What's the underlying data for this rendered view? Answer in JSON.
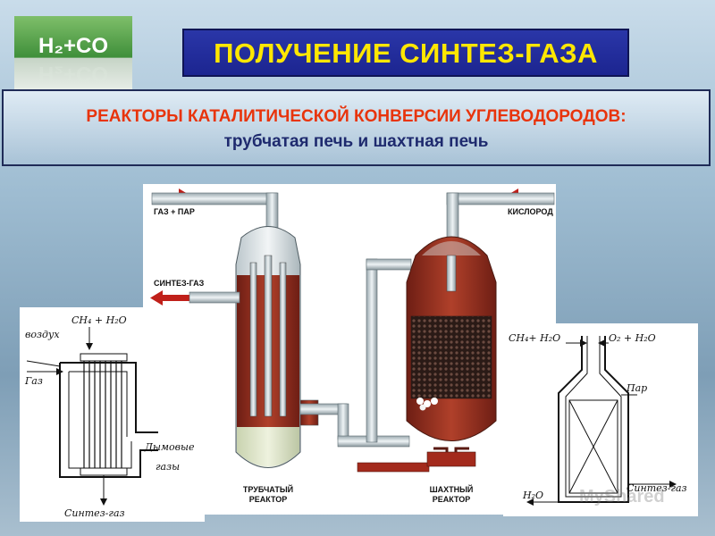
{
  "logo": {
    "text": "H₂+CO"
  },
  "title": "ПОЛУЧЕНИЕ СИНТЕЗ-ГАЗА",
  "subtitle": {
    "line1": "РЕАКТОРЫ КАТАЛИТИЧЕСКОЙ КОНВЕРСИИ УГЛЕВОДОРОДОВ:",
    "line2": "трубчатая печь и шахтная печь"
  },
  "main_diagram": {
    "gas_steam": "ГАЗ + ПАР",
    "syngas": "СИНТЕЗ-ГАЗ",
    "oxygen": "КИСЛОРОД",
    "tubular_l1": "ТРУБЧАТЫЙ",
    "tubular_l2": "РЕАКТОР",
    "shaft_l1": "ШАХТНЫЙ",
    "shaft_l2": "РЕАКТОР"
  },
  "left_diagram": {
    "feed": "CH₄ + H₂O",
    "air": "воздух",
    "gas": "Газ",
    "flue1": "Дымовые",
    "flue2": "газы",
    "syngas": "Синтез-газ"
  },
  "right_diagram": {
    "feed1": "CH₄+ H₂O",
    "feed2": "O₂ + H₂O",
    "steam": "Пар",
    "syngas": "Синтез-газ",
    "water": "H₂O"
  },
  "watermark": "MyShared",
  "colors": {
    "title_bg": "#1f2a9a",
    "title_text": "#ffe700",
    "subtitle_red": "#e8340c",
    "reactor_red": "#8f2a1c"
  }
}
